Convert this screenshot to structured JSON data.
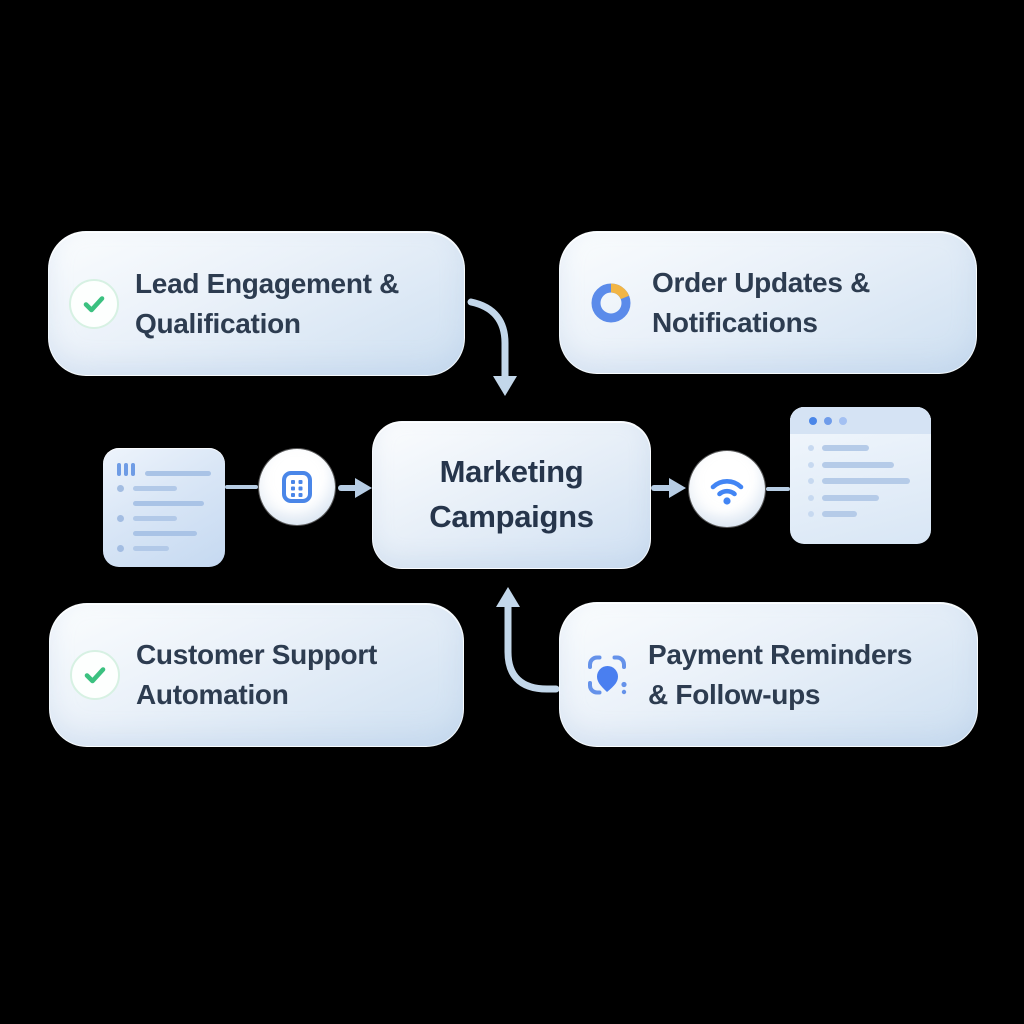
{
  "canvas": {
    "background_color": "#000000"
  },
  "center_node": {
    "label": "Marketing\nCampaigns"
  },
  "nodes": [
    {
      "id": "lead-engagement",
      "label": "Lead Engagement &\nQualification",
      "icon": "check-circle-icon",
      "accent_color": "#3bc180"
    },
    {
      "id": "order-updates",
      "label": "Order Updates &\nNotifications",
      "icon": "donut-chart-icon",
      "accent_color": "#5b8bea",
      "secondary_color": "#f2b545"
    },
    {
      "id": "customer-support",
      "label": "Customer Support\nAutomation",
      "icon": "check-circle-icon",
      "accent_color": "#3bc180"
    },
    {
      "id": "payment-reminders",
      "label": "Payment Reminders\n& Follow-ups",
      "icon": "scan-pin-icon",
      "accent_color": "#4a86e8"
    }
  ],
  "flow_graphics": {
    "left_source": {
      "icon": "task-list-card-icon"
    },
    "left_connector_node": {
      "icon": "table-grid-icon",
      "color": "#4a86e8"
    },
    "right_connector_node": {
      "icon": "wifi-icon",
      "color": "#4285f4"
    },
    "right_output": {
      "icon": "browser-list-window-icon"
    }
  },
  "palette": {
    "text": "#2d3c50",
    "box_gradient_start": "#fbfdfe",
    "box_gradient_end": "#cddff1",
    "arrow": "#c3d7ea",
    "green": "#3bc180",
    "blue": "#4a86e8",
    "yellow": "#f2b545"
  }
}
